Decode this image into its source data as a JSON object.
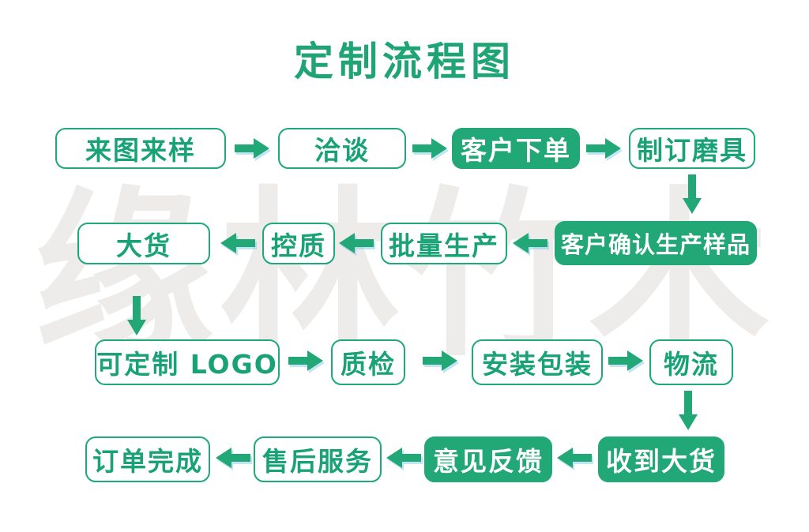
{
  "title": "定制流程图",
  "watermark": "缘林竹木",
  "colors": {
    "accent_green": "#22a876",
    "outline_green": "#1ea87b",
    "text_green": "#19a275",
    "title_green": "#1fa476",
    "filled_text": "#ffffff",
    "watermark_gray": "#edecea",
    "background": "#ffffff"
  },
  "flow": {
    "rows": [
      {
        "direction": "right",
        "nodes": [
          {
            "label": "来图来样",
            "filled": false
          },
          {
            "label": "洽谈",
            "filled": false
          },
          {
            "label": "客户下单",
            "filled": true
          },
          {
            "label": "制订磨具",
            "filled": false
          }
        ]
      },
      {
        "direction": "left",
        "nodes": [
          {
            "label": "大货",
            "filled": false
          },
          {
            "label": "控质",
            "filled": false
          },
          {
            "label": "批量生产",
            "filled": false
          },
          {
            "label": "客户确认生产样品",
            "filled": true
          }
        ]
      },
      {
        "direction": "right",
        "nodes": [
          {
            "label": "可定制 LOGO",
            "filled": false
          },
          {
            "label": "质检",
            "filled": false
          },
          {
            "label": "安装包装",
            "filled": false
          },
          {
            "label": "物流",
            "filled": false
          }
        ]
      },
      {
        "direction": "left",
        "nodes": [
          {
            "label": "订单完成",
            "filled": false
          },
          {
            "label": "售后服务",
            "filled": false
          },
          {
            "label": "意见反馈",
            "filled": true
          },
          {
            "label": "收到大货",
            "filled": true
          }
        ]
      }
    ],
    "connectors": [
      {
        "from": "制订磨具",
        "to": "客户确认生产样品",
        "direction": "down"
      },
      {
        "from": "大货",
        "to": "可定制 LOGO",
        "direction": "down"
      },
      {
        "from": "物流",
        "to": "收到大货",
        "direction": "down"
      }
    ]
  }
}
